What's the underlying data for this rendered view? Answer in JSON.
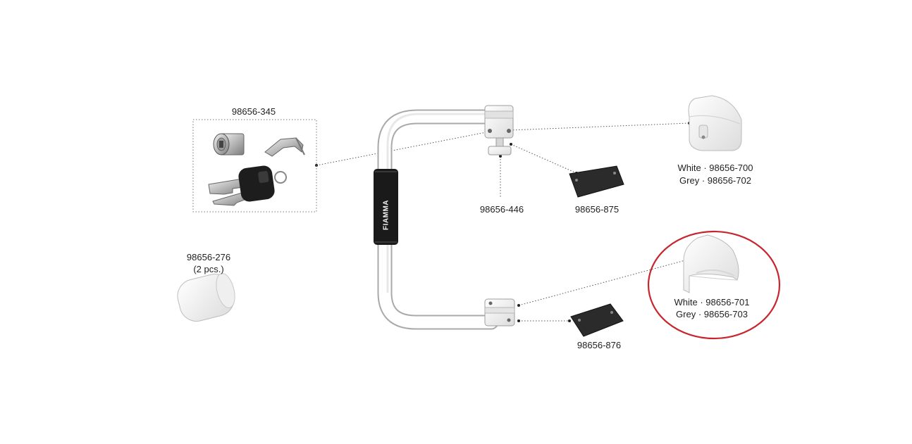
{
  "parts": {
    "lock_kit": {
      "code": "98656-345"
    },
    "end_cap": {
      "code": "98656-276",
      "qty": "(2 pcs.)"
    },
    "knob": {
      "code": "98656-446"
    },
    "upper_plate": {
      "code": "98656-875"
    },
    "lower_plate": {
      "code": "98656-876"
    },
    "upper_bracket": {
      "white": "White · 98656-700",
      "grey": "Grey · 98656-702"
    },
    "lower_bracket": {
      "white": "White · 98656-701",
      "grey": "Grey · 98656-703"
    }
  },
  "handle_brand": "FIAMMA",
  "colors": {
    "highlight_ring": "#c8262e",
    "handle": "#ffffff",
    "grip": "#1a1a1a",
    "plate": "#2b2b2b",
    "leader": "#555555"
  }
}
